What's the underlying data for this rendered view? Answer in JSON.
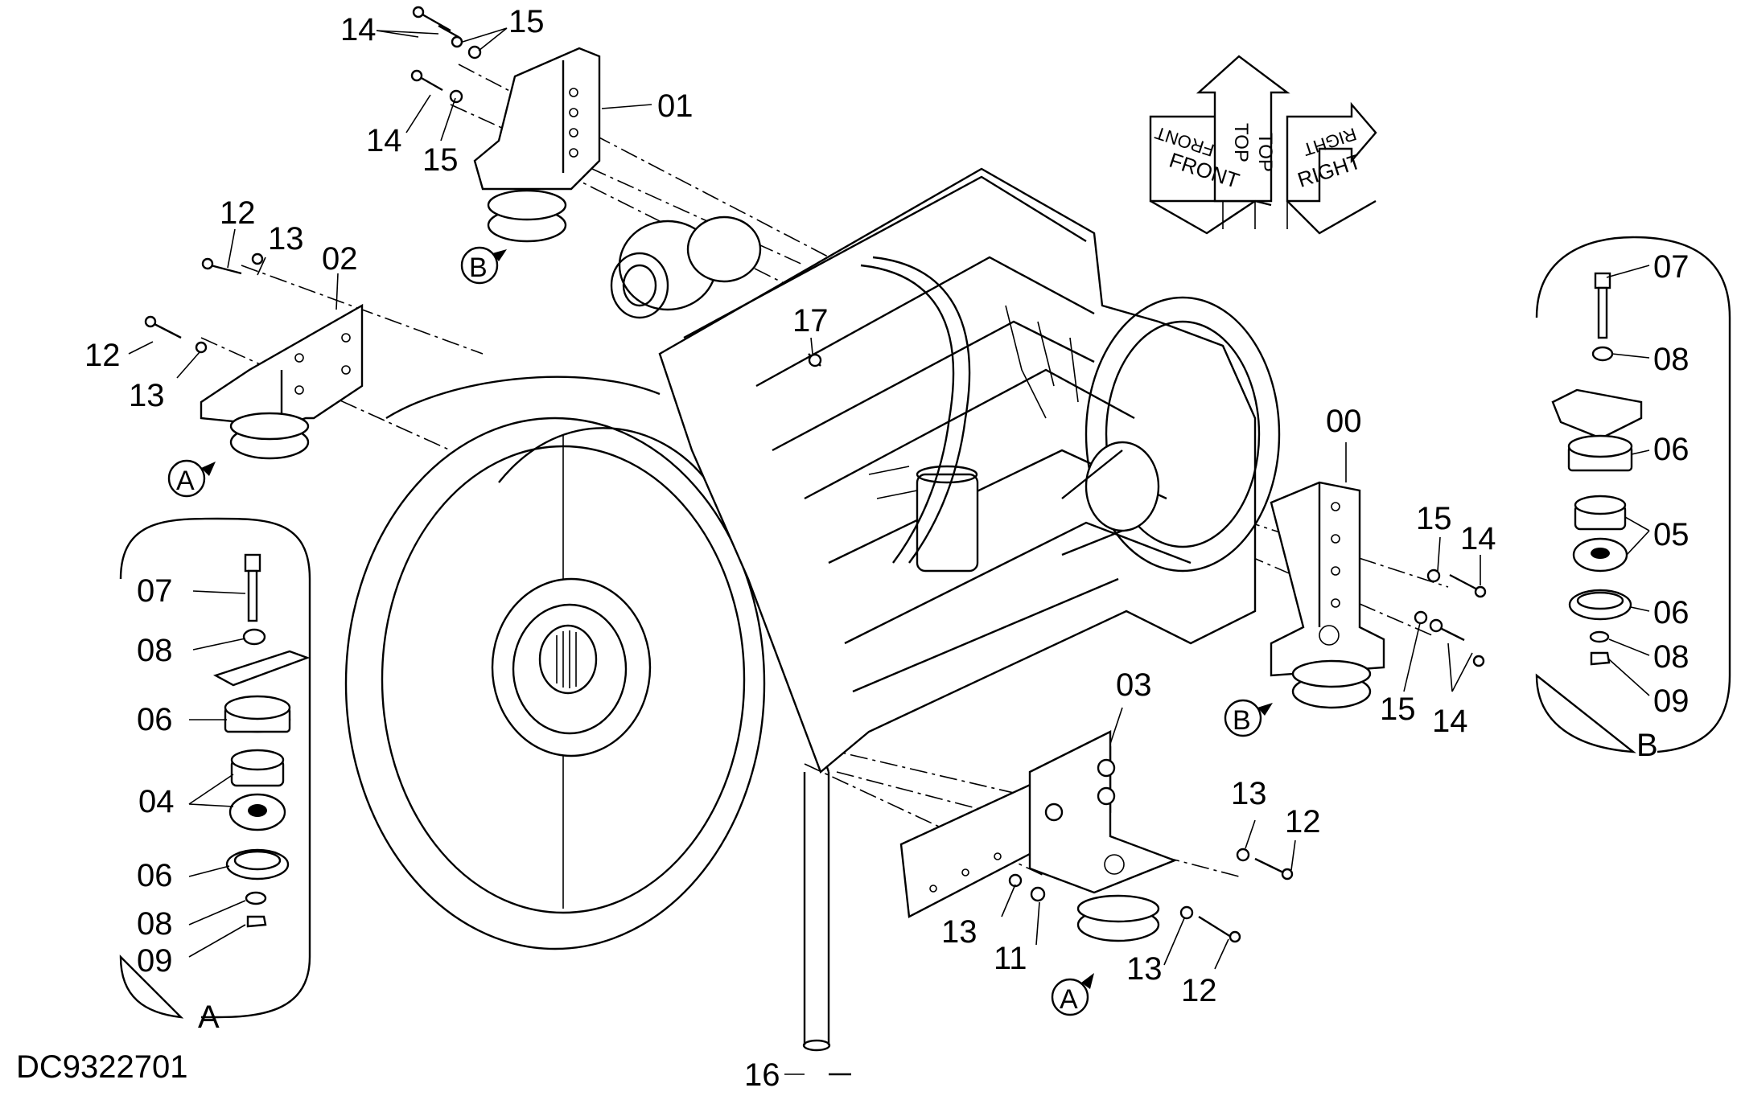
{
  "drawing_code": "DC9322701",
  "orientation": {
    "front": "FRONT",
    "top": "TOP",
    "right": "RIGHT"
  },
  "detail_labels": {
    "a": "A",
    "b": "B"
  },
  "part_numbers": {
    "p00": "00",
    "p01": "01",
    "p02": "02",
    "p03": "03",
    "p04": "04",
    "p05": "05",
    "p06": "06",
    "p07": "07",
    "p08": "08",
    "p09": "09",
    "p11": "11",
    "p12": "12",
    "p13": "13",
    "p14": "14",
    "p15": "15",
    "p16": "16",
    "p17": "17"
  }
}
